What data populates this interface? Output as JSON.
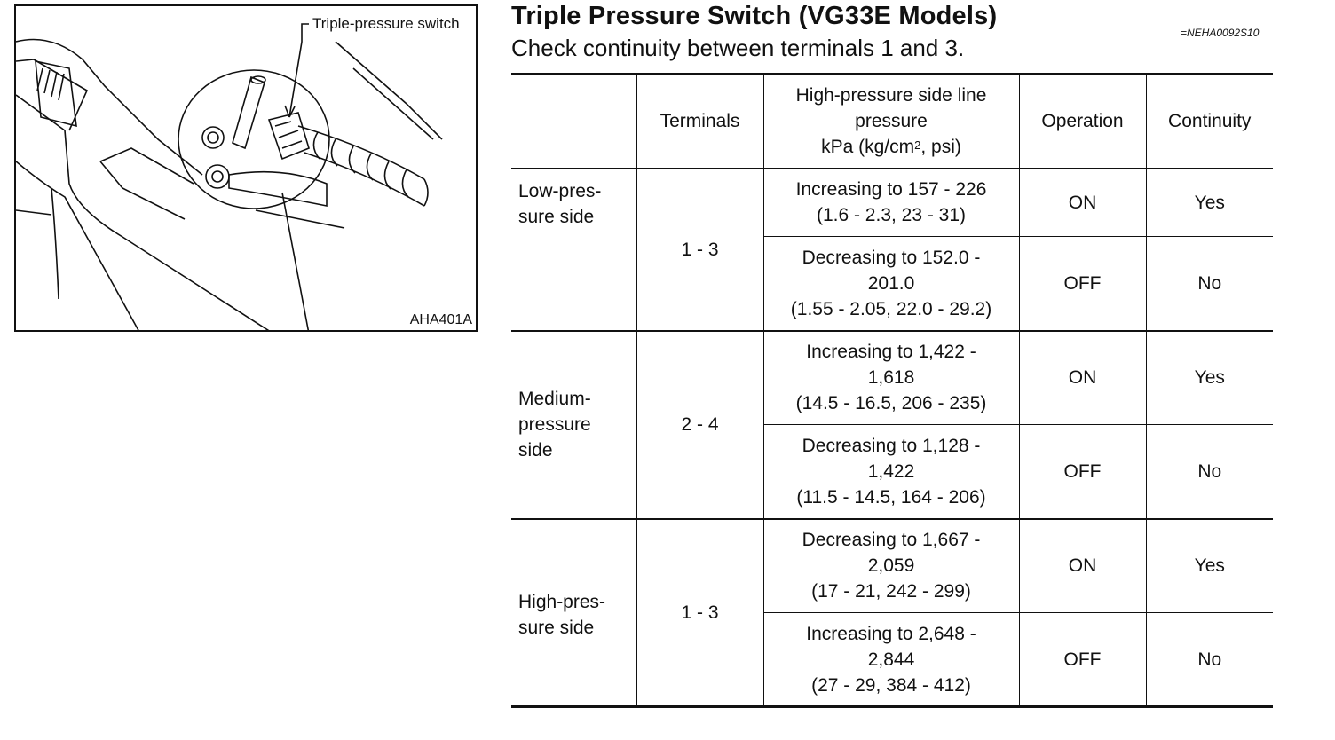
{
  "figure": {
    "callout": "Triple-pressure switch",
    "code": "AHA401A"
  },
  "heading": {
    "title": "Triple Pressure Switch (VG33E Models)",
    "doc_id": "=NEHA0092S10",
    "subtitle": "Check continuity between terminals 1 and 3."
  },
  "table": {
    "headers": {
      "side": "",
      "terminals": "Terminals",
      "pressure_line1": "High-pressure side line pressure",
      "pressure_unit_pre": "kPa (kg/cm",
      "pressure_unit_sup": "2",
      "pressure_unit_post": ", psi)",
      "operation": "Operation",
      "continuity": "Continuity"
    },
    "groups": [
      {
        "side": "Low-pres-sure side",
        "terminals": "1 - 3",
        "rows": [
          {
            "pressure": [
              "Increasing to 157 - 226",
              "(1.6 - 2.3, 23 - 31)"
            ],
            "operation": "ON",
            "continuity": "Yes"
          },
          {
            "pressure": [
              "Decreasing to 152.0 -",
              "201.0",
              "(1.55 - 2.05, 22.0 - 29.2)"
            ],
            "operation": "OFF",
            "continuity": "No"
          }
        ]
      },
      {
        "side": "Medium-pressure side",
        "terminals": "2 - 4",
        "rows": [
          {
            "pressure": [
              "Increasing to 1,422 -",
              "1,618",
              "(14.5 - 16.5, 206 - 235)"
            ],
            "operation": "ON",
            "continuity": "Yes"
          },
          {
            "pressure": [
              "Decreasing to 1,128 -",
              "1,422",
              "(11.5 - 14.5, 164 - 206)"
            ],
            "operation": "OFF",
            "continuity": "No"
          }
        ]
      },
      {
        "side": "High-pres-sure side",
        "terminals": "1 - 3",
        "rows": [
          {
            "pressure": [
              "Decreasing to 1,667 -",
              "2,059",
              "(17 - 21, 242 - 299)"
            ],
            "operation": "ON",
            "continuity": "Yes"
          },
          {
            "pressure": [
              "Increasing to 2,648 -",
              "2,844",
              "(27 - 29, 384 - 412)"
            ],
            "operation": "OFF",
            "continuity": "No"
          }
        ]
      }
    ]
  }
}
